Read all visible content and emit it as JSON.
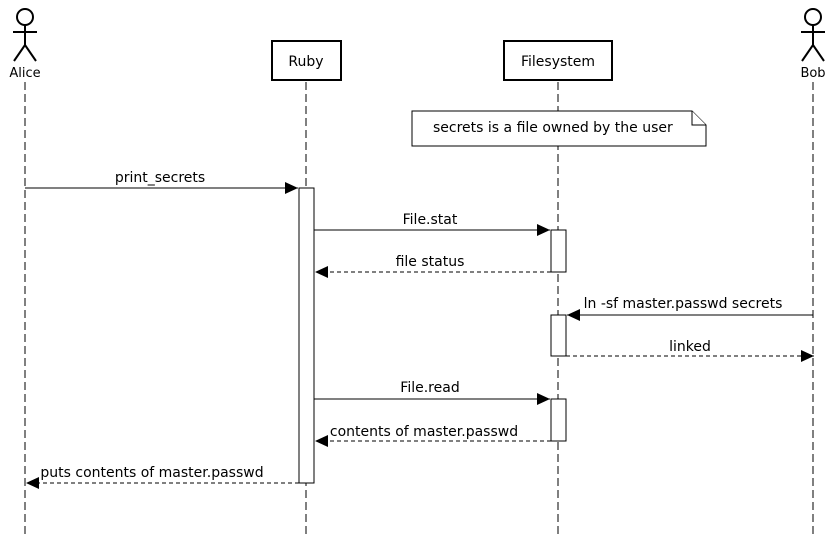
{
  "participants": [
    {
      "id": "alice",
      "label": "Alice",
      "kind": "actor"
    },
    {
      "id": "ruby",
      "label": "Ruby",
      "kind": "box"
    },
    {
      "id": "fs",
      "label": "Filesystem",
      "kind": "box"
    },
    {
      "id": "bob",
      "label": "Bob",
      "kind": "actor"
    }
  ],
  "note": {
    "text": "secrets is a file owned by the user"
  },
  "messages": [
    {
      "label": "print_secrets",
      "from": "alice",
      "to": "ruby",
      "style": "solid"
    },
    {
      "label": "File.stat",
      "from": "ruby",
      "to": "fs",
      "style": "solid"
    },
    {
      "label": "file status",
      "from": "fs",
      "to": "ruby",
      "style": "dashed"
    },
    {
      "label": "ln -sf master.passwd secrets",
      "from": "bob",
      "to": "fs",
      "style": "solid"
    },
    {
      "label": "linked",
      "from": "fs",
      "to": "bob",
      "style": "dashed"
    },
    {
      "label": "File.read",
      "from": "ruby",
      "to": "fs",
      "style": "solid"
    },
    {
      "label": "contents of master.passwd",
      "from": "fs",
      "to": "ruby",
      "style": "dashed"
    },
    {
      "label": "puts contents of master.passwd",
      "from": "ruby",
      "to": "alice",
      "style": "dashed"
    }
  ]
}
